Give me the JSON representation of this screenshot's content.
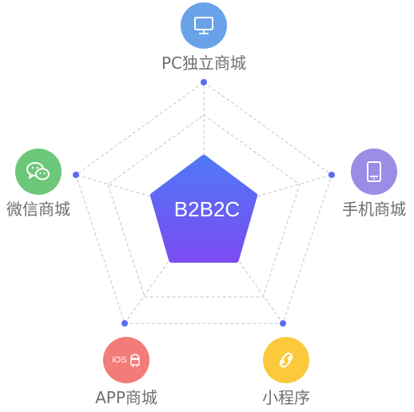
{
  "center": {
    "label": "B2B2C",
    "gradient": [
      "#5078f4",
      "#7a4cf2"
    ]
  },
  "nodes": {
    "pc": {
      "label": "PC独立商城",
      "icon": "monitor-icon",
      "color": "#69a2e9"
    },
    "mobile": {
      "label": "手机商城",
      "icon": "tablet-icon",
      "color": "#9a8de6"
    },
    "mini": {
      "label": "小程序",
      "icon": "link-icon",
      "color": "#fbc93c",
      "icon_text": ""
    },
    "app": {
      "label": "APP商城",
      "icon": "ios-android-icon",
      "color": "#f37b78",
      "icon_text": "iOS"
    },
    "wechat": {
      "label": "微信商城",
      "icon": "wechat-icon",
      "color": "#6cc878"
    }
  },
  "colors": {
    "grid": "#c4c4c4",
    "dot": "#5a6cf0",
    "label": "#6f6f6f"
  }
}
